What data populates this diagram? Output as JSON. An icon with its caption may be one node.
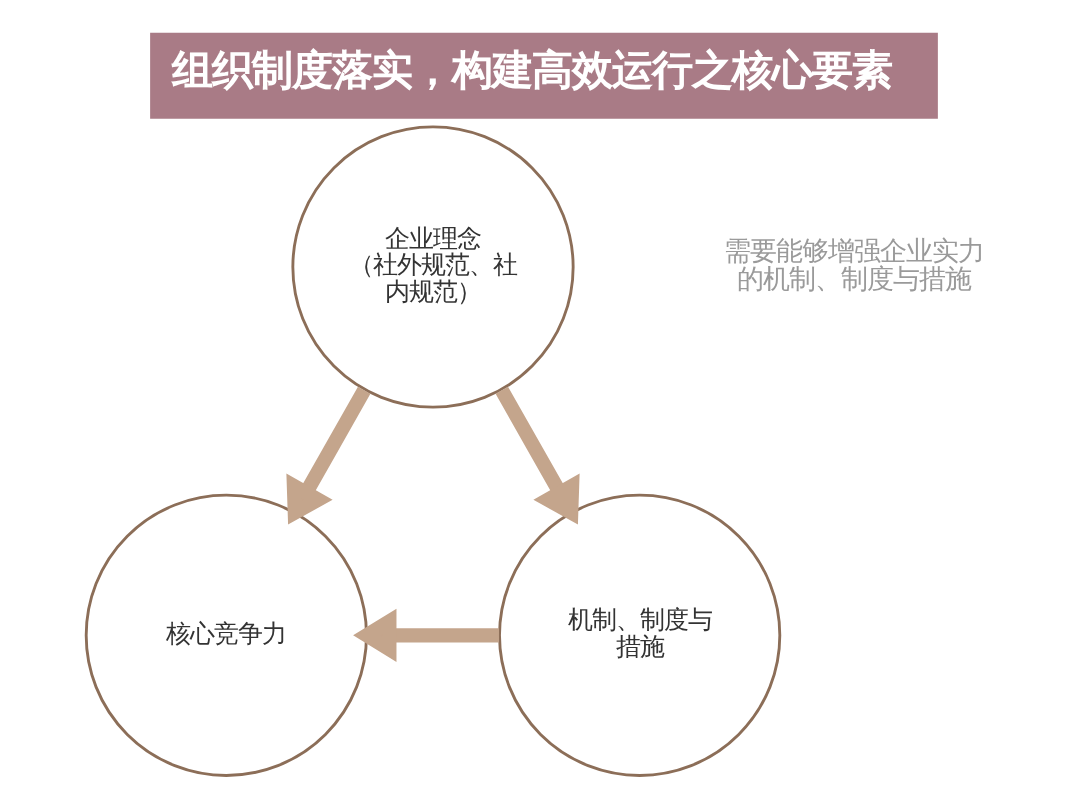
{
  "diagram": {
    "title": "组织制度落实，构建高效运行之核心要素",
    "nodes": [
      {
        "text": [
          "企业理念",
          "（社外规范、社内规范）"
        ]
      },
      {
        "text": [
          "核心竞争力"
        ]
      },
      {
        "text": [
          "机制、制度与措施"
        ]
      }
    ],
    "edges": [
      {
        "from": 0,
        "to": 1,
        "arrow": "to"
      },
      {
        "from": 0,
        "to": 2,
        "arrow": "to"
      },
      {
        "from": 2,
        "to": 1,
        "arrow": "to"
      }
    ],
    "labels": [
      "需要能够增强企业实力的机制、制度与措施"
    ]
  }
}
